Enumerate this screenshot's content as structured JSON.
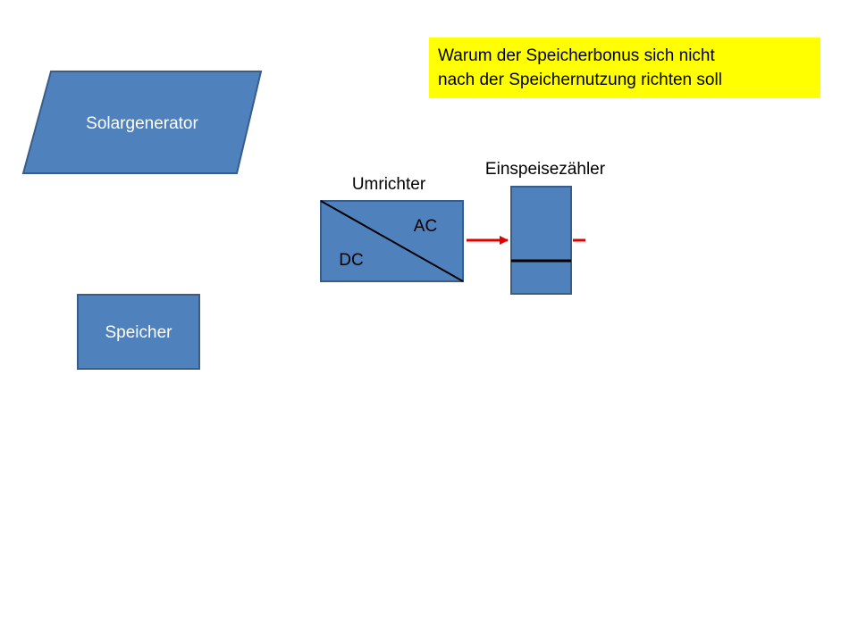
{
  "note": {
    "line1": "Warum der Speicherbonus sich nicht",
    "line2": "nach der Speichernutzung richten soll",
    "background": "#ffff00"
  },
  "shapes": {
    "solargenerator": "Solargenerator",
    "speicher": "Speicher",
    "umrichter_label": "Umrichter",
    "umrichter_ac": "AC",
    "umrichter_dc": "DC",
    "einspeisezaehler_label": "Einspeisezähler"
  },
  "colors": {
    "shape_fill": "#4f81bd",
    "shape_stroke": "#385d8a",
    "arrow": "#e00000"
  }
}
